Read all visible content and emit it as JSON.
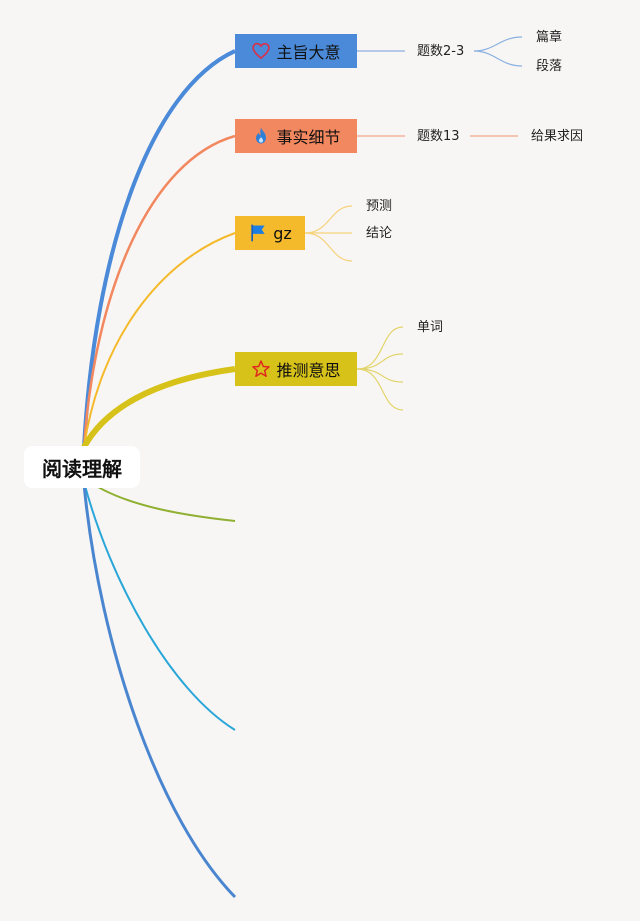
{
  "root": {
    "label": "阅读理解"
  },
  "topics": [
    {
      "label": "主旨大意",
      "icon": "heart-icon",
      "color": "#4a8ad8",
      "children": [
        {
          "label": "题数2-3",
          "children": [
            "篇章",
            "段落"
          ]
        }
      ]
    },
    {
      "label": "事实细节",
      "icon": "flame-icon",
      "color": "#f2885f",
      "children": [
        {
          "label": "题数13",
          "children": [
            "给果求因"
          ]
        }
      ]
    },
    {
      "label": "gz",
      "icon": "flag-icon",
      "color": "#f4ba2c",
      "children": [
        "预测",
        "结论",
        ""
      ]
    },
    {
      "label": "推测意思",
      "icon": "star-icon",
      "color": "#d7c21a",
      "children": [
        "单词",
        "",
        "",
        ""
      ]
    }
  ],
  "empty_branch_colors": [
    "#8fb030",
    "#2aa6d8",
    "#4a86cf"
  ]
}
